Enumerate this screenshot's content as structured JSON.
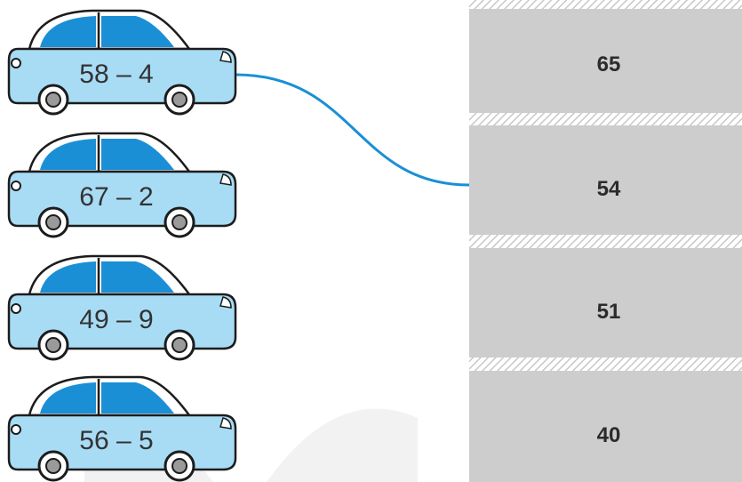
{
  "cars": [
    {
      "expression": "58 – 4"
    },
    {
      "expression": "67 – 2"
    },
    {
      "expression": "49 – 9"
    },
    {
      "expression": "56 – 5"
    }
  ],
  "slots": [
    {
      "value": "65"
    },
    {
      "value": "54"
    },
    {
      "value": "51"
    },
    {
      "value": "40"
    }
  ],
  "connections": [
    {
      "car": 0,
      "slot": 1
    }
  ],
  "colors": {
    "car_body": "#a8dcf5",
    "car_window": "#1a8fd6",
    "car_outline": "#1c1c1c",
    "wheel_rim": "#9a9a9a",
    "slot_fill": "#cdcdcd",
    "connector": "#1a8fd6"
  }
}
